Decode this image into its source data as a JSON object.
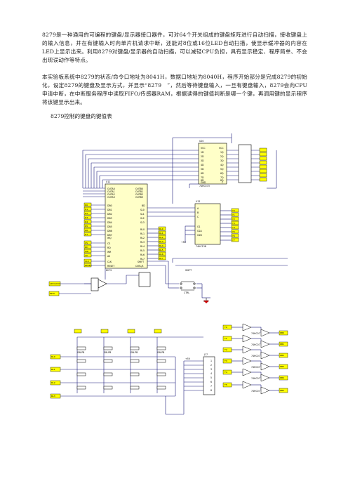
{
  "document": {
    "paragraphs": [
      "8279是一种通用的可编程的键盘/显示器接口器件，可对64个开关组成的键盘矩阵进行自动扫描，接收键盘上的输入信息，并在有键输入时向单片机请求中断，还能对8位或16位LED自动扫描，使显示缓冲器的内容在LED上显示出来。利用8279对键盘/显示器的自动扫描，可以减轻CPU负担，具有显示稳定、程序简单、不会出现误动作等特点。",
      "本实验板系统中8279的状态/命令口地址为8041H，数据口地址为8040H，程序开始部分是完成8279的初始化，设定8279的键盘及显示方式，并显示“8279　”，然后等待键盘输入，一旦有键盘输入，8279会向CPU申请中断，在中断服务程序中读取FIFO/传感器RAM，根据读得的键值判断是哪一个键，再调用键的显示程序将该键显示出来。"
    ],
    "figure_caption": "8279控制的键盘的键值表"
  },
  "schematic": {
    "u20_label": "U20",
    "u20_left_pins": [
      "VCC",
      "1D",
      "2D",
      "3D",
      "4D",
      "5D",
      "6D",
      "7D",
      "8D",
      "GND"
    ],
    "u20_right_pins": [
      "VCC",
      "1Q",
      "2Q",
      "3Q",
      "4Q",
      "5Q",
      "6Q",
      "7Q",
      "8Q",
      "C"
    ],
    "u20_part": "74HC573",
    "u11_label": "U11",
    "u11_left_pins": [
      "OUTA0",
      "OUTA1",
      "OUTA2",
      "OUTA3",
      "",
      "DB0",
      "DB1",
      "DB2",
      "DB3",
      "DB4",
      "DB5",
      "DB6",
      "DB7",
      "",
      "IRQ",
      "",
      "CS",
      "RD",
      "WR",
      "A0",
      "",
      "CLK",
      "RESET"
    ],
    "u11_right_pins": [
      "OUTB0",
      "OUTB1",
      "OUTB2",
      "OUTB3",
      "",
      "BD",
      "",
      "SL0",
      "SL1",
      "SL2",
      "SL3",
      "RL0",
      "RL1",
      "RL2",
      "RL3",
      "RL4",
      "RL5",
      "RL6",
      "RL7",
      "",
      "SHIFT",
      "CNTL/S"
    ],
    "u11_part": "8279",
    "u12_label": "U12",
    "u12_pins": [
      "A",
      "B",
      "C",
      "G1",
      "G2A",
      "G2B"
    ],
    "u12_outputs": [
      "Y0",
      "Y1",
      "Y2",
      "Y3",
      "Y4",
      "Y5",
      "Y6",
      "Y7"
    ],
    "u12_part": "74HC138",
    "data_tags": [
      "D0",
      "D1",
      "D2",
      "D3",
      "D4",
      "D5",
      "D6",
      "D7"
    ],
    "ctrl_tags": [
      "CS",
      "RD",
      "WR",
      "A0"
    ],
    "misc_tags": [
      "CLK",
      "RESET",
      "IRQ"
    ],
    "rl_tags": [
      "RL0",
      "RL1",
      "RL2",
      "RL3",
      "RL4",
      "RL5",
      "RL6",
      "RL7"
    ],
    "kb_tags": [
      "KB0",
      "KB1",
      "KB2",
      "KB3",
      "KB4",
      "KB5",
      "KB6",
      "KB7"
    ],
    "shift_label": "SHIFT",
    "ctrl_label": "CTRL",
    "adc_tag": "ADCLOCK",
    "int_tag": "INT0",
    "buffer_tag_left": [
      "T0",
      "T1",
      "T2",
      "T3",
      "T4",
      "T5"
    ],
    "buffer_tag_right": [
      "KB0",
      "KB1",
      "KB2",
      "KB3",
      "KB4",
      "KB5"
    ],
    "buffer_part": "74HC07",
    "gnd_label": "GND",
    "vcc_label": "+5V",
    "key_parts": [
      "SW-PB",
      "SW-PB",
      "SW-PB",
      "SW-PB"
    ],
    "key_rows": [
      "RL0",
      "RL1",
      "RL2",
      "RL3"
    ],
    "connector_label": "J17",
    "connector_pins": [
      "1",
      "2",
      "3",
      "4",
      "5",
      "6",
      "7",
      "8"
    ]
  }
}
